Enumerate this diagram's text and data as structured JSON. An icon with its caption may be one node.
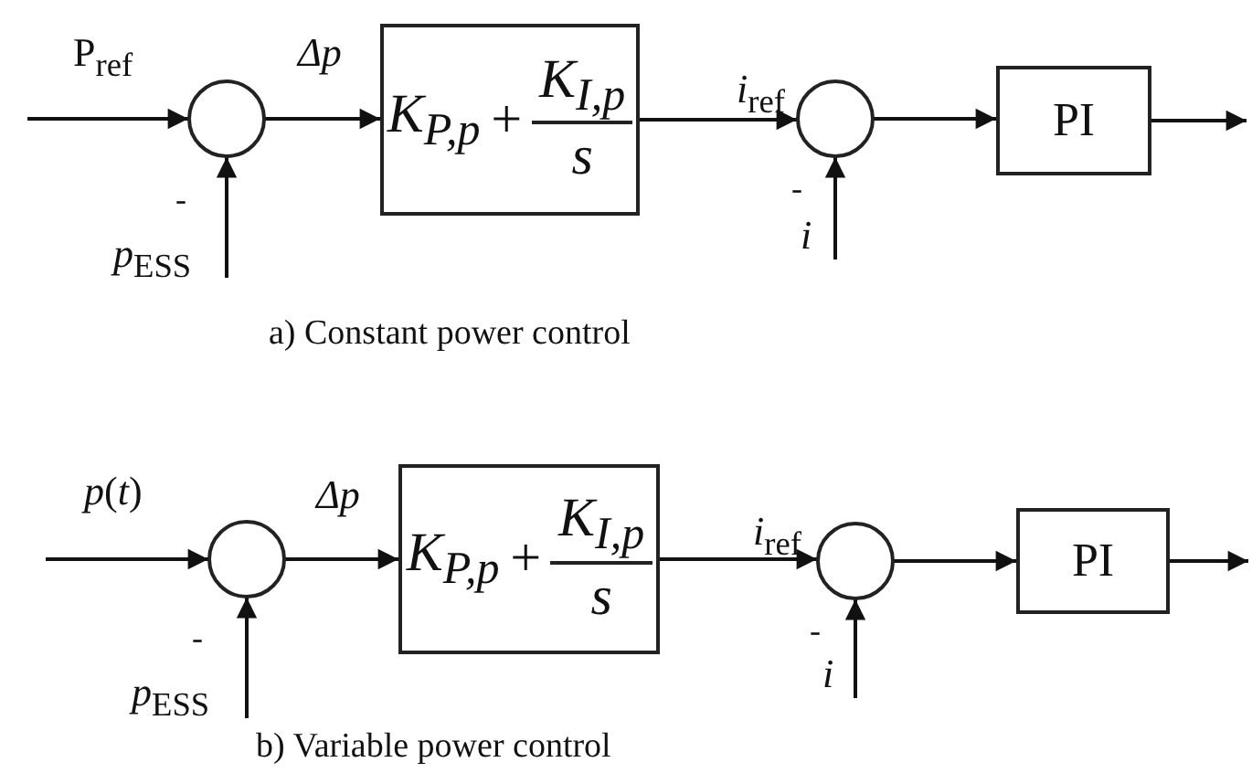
{
  "diagram": {
    "nodes": [
      {
        "text": [],
        "shape": "circle"
      },
      {
        "text": [
          "K$_{P,p}$",
          "+",
          "K$_{I,p}$",
          "s"
        ]
      },
      {
        "text": [],
        "shape": "circle"
      },
      {
        "text": [
          "PI"
        ]
      },
      {
        "text": [],
        "shape": "circle"
      },
      {
        "text": [
          "K$_{P,p}$",
          "+",
          "K$_{I,p}$",
          "s"
        ]
      },
      {
        "text": [],
        "shape": "circle"
      },
      {
        "text": [
          "PI"
        ]
      }
    ],
    "edges": [
      {
        "from": null,
        "to": 0,
        "arrow": "to",
        "label": "P$_{ref}$"
      },
      {
        "from": null,
        "to": 0,
        "arrow": "to",
        "label": "*p*$_{ESS}$"
      },
      {
        "from": 0,
        "to": 1,
        "arrow": "to",
        "label": "Δp"
      },
      {
        "from": 1,
        "to": 2,
        "arrow": "to",
        "label": "*i*$_{ref}$"
      },
      {
        "from": null,
        "to": 2,
        "arrow": "to",
        "label": "*i*"
      },
      {
        "from": 2,
        "to": 3,
        "arrow": "to"
      },
      {
        "from": 3,
        "to": null,
        "arrow": "to"
      },
      {
        "from": null,
        "to": 4,
        "arrow": "to",
        "label": "*p*(*t*)"
      },
      {
        "from": null,
        "to": 4,
        "arrow": "to",
        "label": "*p*$_{ESS}$"
      },
      {
        "from": 4,
        "to": 5,
        "arrow": "to",
        "label": "Δp"
      },
      {
        "from": 5,
        "to": 6,
        "arrow": "to",
        "label": "*i*$_{ref}$"
      },
      {
        "from": null,
        "to": 6,
        "arrow": "to",
        "label": "*i*"
      },
      {
        "from": 6,
        "to": 7,
        "arrow": "to"
      },
      {
        "from": 7,
        "to": null,
        "arrow": "to"
      }
    ],
    "labels": [
      "-",
      "-",
      "a) Constant power control",
      "-",
      "-",
      "b) Variable power control"
    ]
  }
}
